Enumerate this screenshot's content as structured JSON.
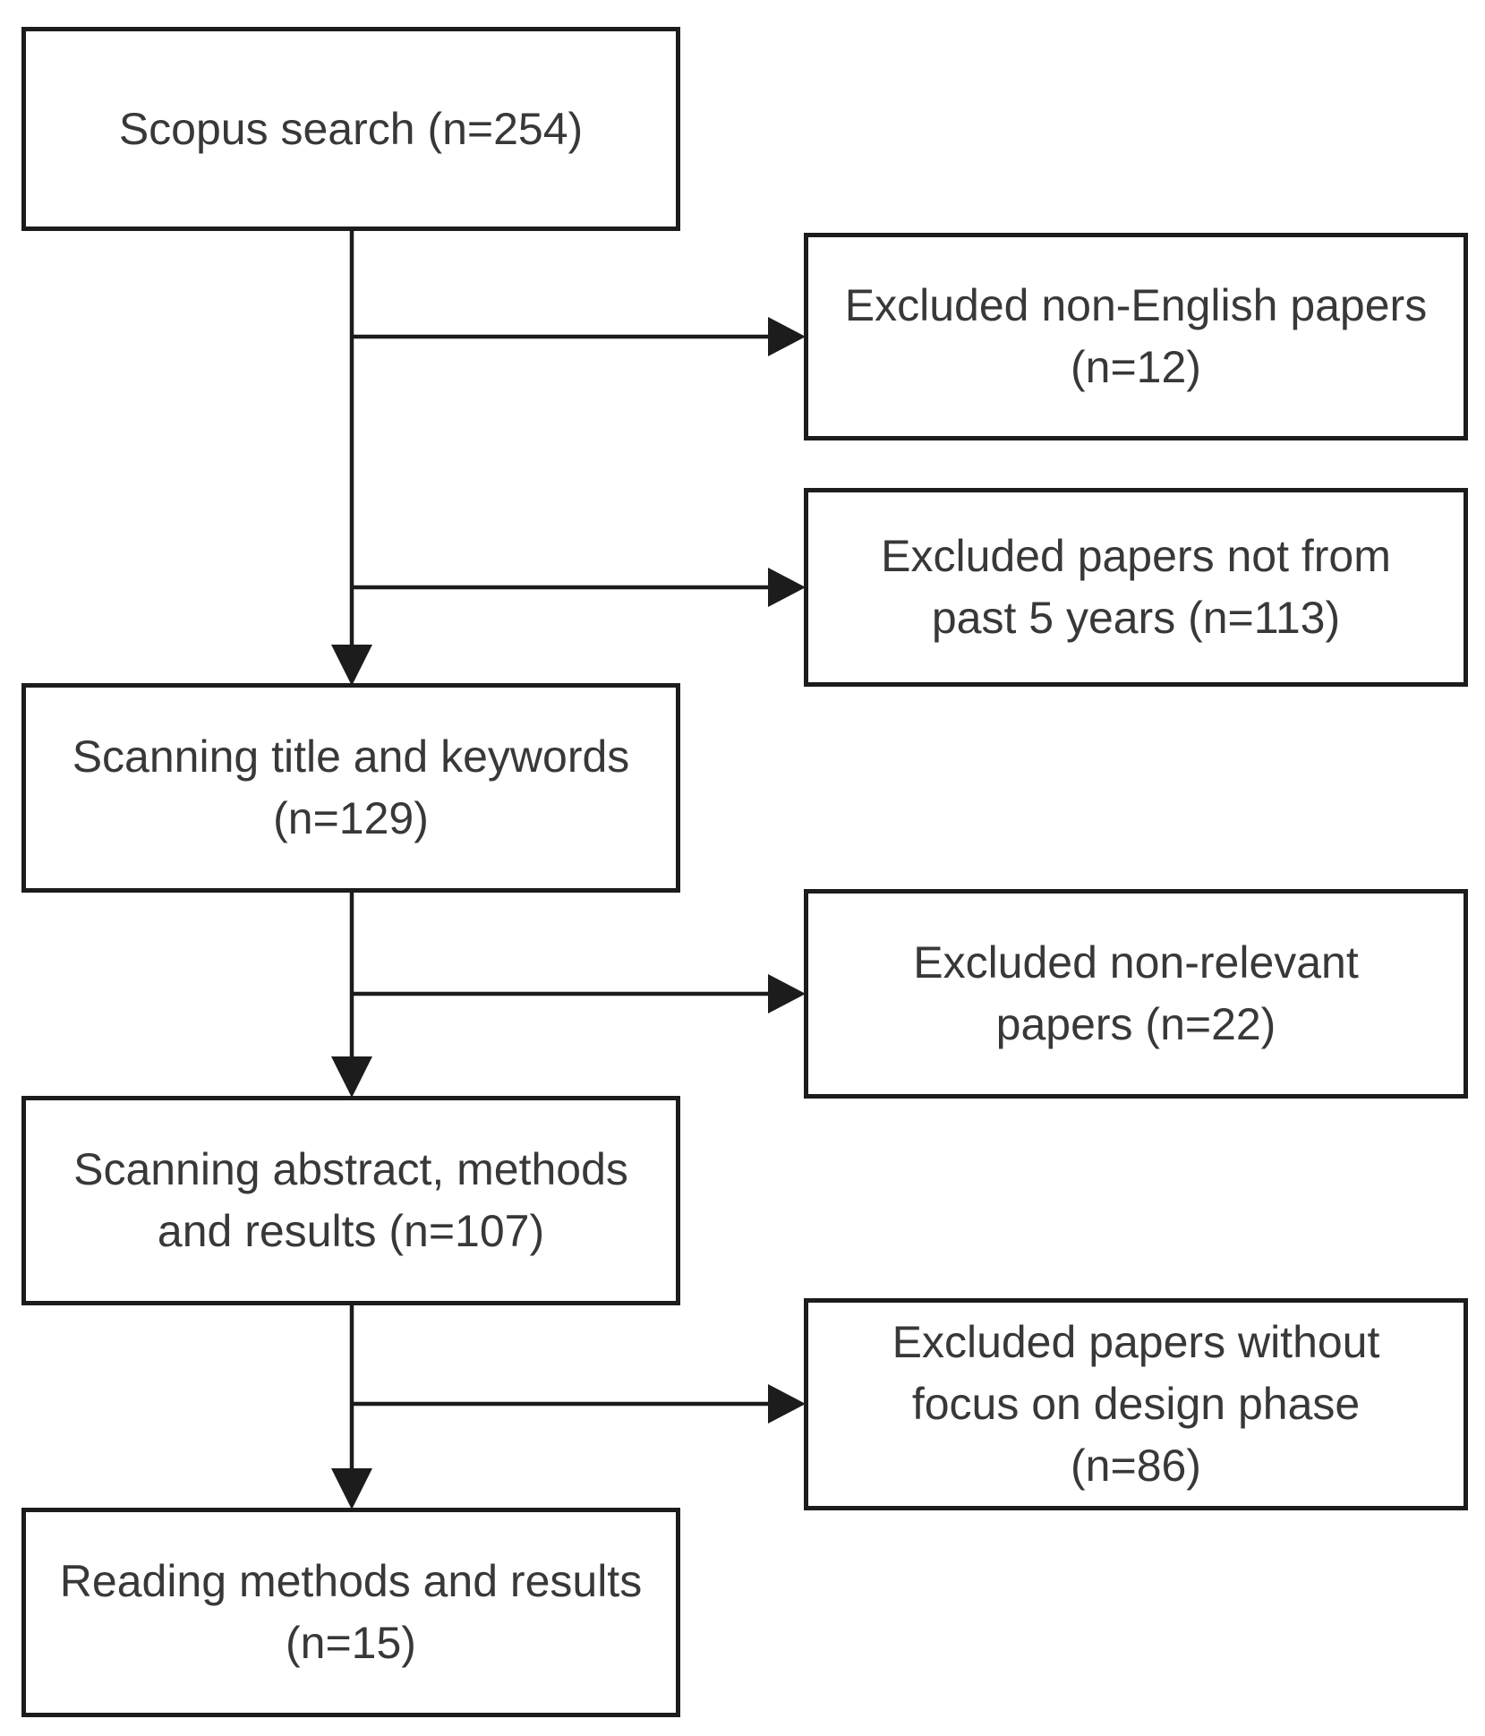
{
  "flowchart": {
    "background": "#ffffff",
    "box_border_color": "#1c1c1c",
    "box_fill_color": "#ffffff",
    "text_color": "#383838",
    "arrow_color": "#1c1c1c",
    "steps": [
      {
        "id": "scopus-search",
        "label": "Scopus search (n=254)",
        "n": 254
      },
      {
        "id": "scanning-title-keywords",
        "label": "Scanning title and keywords\n(n=129)",
        "n": 129
      },
      {
        "id": "scanning-abstract-methods-results",
        "label": "Scanning abstract, methods\nand results (n=107)",
        "n": 107
      },
      {
        "id": "reading-methods-results",
        "label": "Reading methods and results\n(n=15)",
        "n": 15
      }
    ],
    "exclusions": [
      {
        "id": "excluded-non-english",
        "label": "Excluded non-English papers\n(n=12)",
        "n": 12
      },
      {
        "id": "excluded-not-past-5-years",
        "label": "Excluded papers not from\npast 5 years (n=113)",
        "n": 113
      },
      {
        "id": "excluded-non-relevant",
        "label": "Excluded non-relevant\npapers (n=22)",
        "n": 22
      },
      {
        "id": "excluded-no-design-focus",
        "label": "Excluded papers without\nfocus on design phase\n(n=86)",
        "n": 86
      }
    ],
    "connections": [
      {
        "from": "scopus-search",
        "to": "excluded-non-english"
      },
      {
        "from": "scopus-search",
        "to": "excluded-not-past-5-years"
      },
      {
        "from": "scopus-search",
        "to": "scanning-title-keywords"
      },
      {
        "from": "scanning-title-keywords",
        "to": "excluded-non-relevant"
      },
      {
        "from": "scanning-title-keywords",
        "to": "scanning-abstract-methods-results"
      },
      {
        "from": "scanning-abstract-methods-results",
        "to": "excluded-no-design-focus"
      },
      {
        "from": "scanning-abstract-methods-results",
        "to": "reading-methods-results"
      }
    ]
  }
}
